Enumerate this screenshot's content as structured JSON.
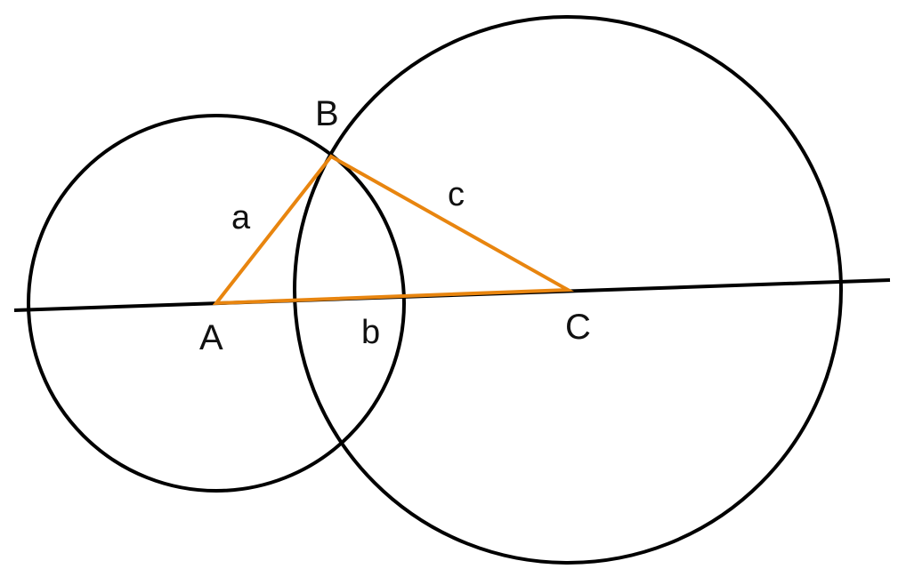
{
  "colors": {
    "background": "#ffffff",
    "circle_stroke": "#000000",
    "baseline_stroke": "#000000",
    "triangle_stroke": "#e8850f",
    "label_text": "#111111"
  },
  "labels": {
    "point_a": "A",
    "point_b": "B",
    "point_c": "C",
    "segment_a": "a",
    "segment_b": "b",
    "segment_c": "c"
  }
}
